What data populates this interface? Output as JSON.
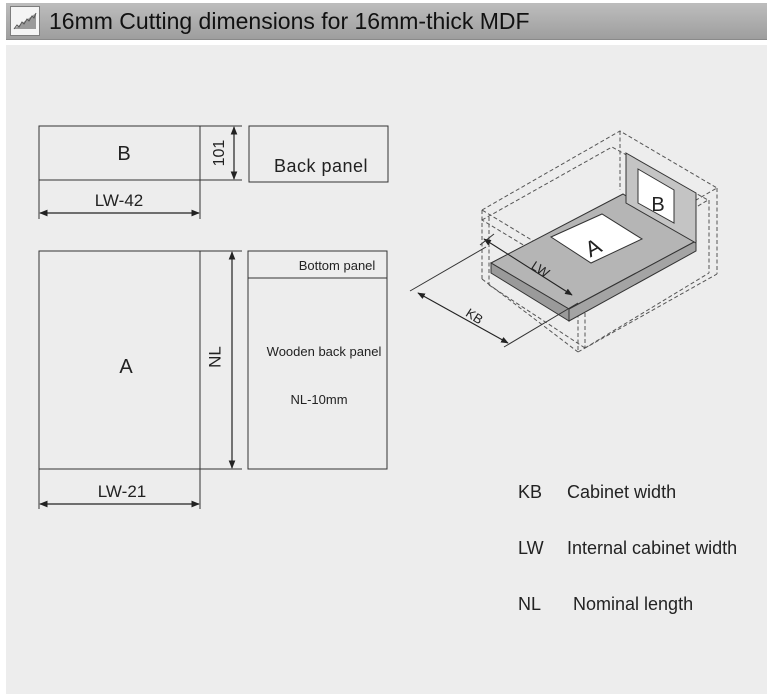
{
  "header": {
    "title": "16mm  Cutting dimensions for 16mm-thick MDF",
    "icon": "saw-cut-icon"
  },
  "panels": {
    "B": "B",
    "B_height": "101",
    "B_width": "LW-42",
    "back_panel": "Back panel",
    "A": "A",
    "A_length": "NL",
    "A_width": "LW-21",
    "bottom_panel": "Bottom panel",
    "wooden_back_panel": "Wooden back panel",
    "wooden_length": "NL-10mm"
  },
  "cabinet": {
    "drawer_side_label": "B",
    "drawer_bottom_label": "A",
    "lw_label": "LW",
    "kb_label": "KB"
  },
  "legend": [
    {
      "code": "KB",
      "label": "Cabinet width"
    },
    {
      "code": "LW",
      "label": "Internal cabinet width"
    },
    {
      "code": "NL",
      "label": "Nominal length"
    }
  ],
  "colors": {
    "header": "#a8a8a8",
    "panel_bg": "#ededed",
    "drawer_gray": "#b5b5b5"
  }
}
